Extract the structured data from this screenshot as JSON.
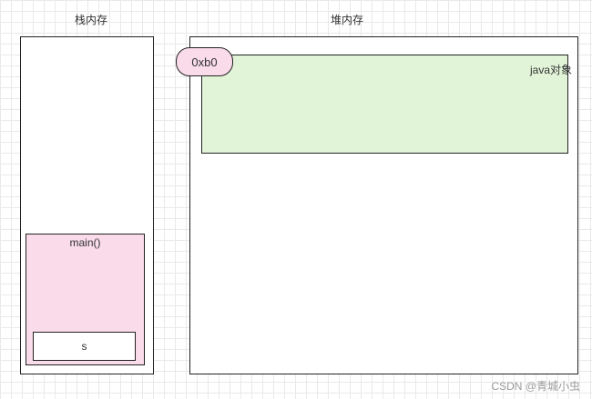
{
  "stack": {
    "title": "栈内存",
    "frame_label": "main()",
    "variable_label": "s"
  },
  "heap": {
    "title": "堆内存",
    "object_label": "java对象",
    "address_label": "0xb0"
  },
  "watermark": "CSDN @青城小虫",
  "colors": {
    "frame_fill": "#f9dbe9",
    "object_fill": "#e2f4d8",
    "outline": "#222222"
  }
}
